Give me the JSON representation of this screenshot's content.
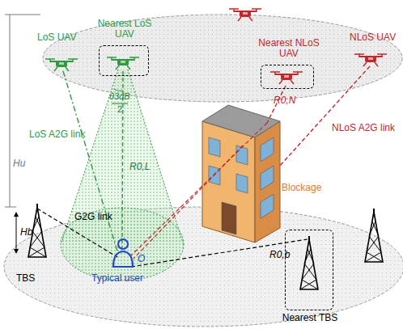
{
  "diagram": {
    "nodes": [
      {
        "text": [
          "Nearest LoS UAV"
        ]
      },
      {
        "text": [
          "Nearest NLoS UAV"
        ]
      },
      {
        "text": [
          "Nearest TBS"
        ]
      }
    ],
    "labels": [
      "LoS UAV",
      "NLoS UAV",
      "LoS A2G link",
      "NLoS A2G link",
      "θ3dB",
      "2",
      "R0,L",
      "R0,N",
      "Hu",
      "Blockage",
      "Hb",
      "G2G link",
      "R0,b",
      "O",
      "Typical user",
      "TBS"
    ]
  }
}
